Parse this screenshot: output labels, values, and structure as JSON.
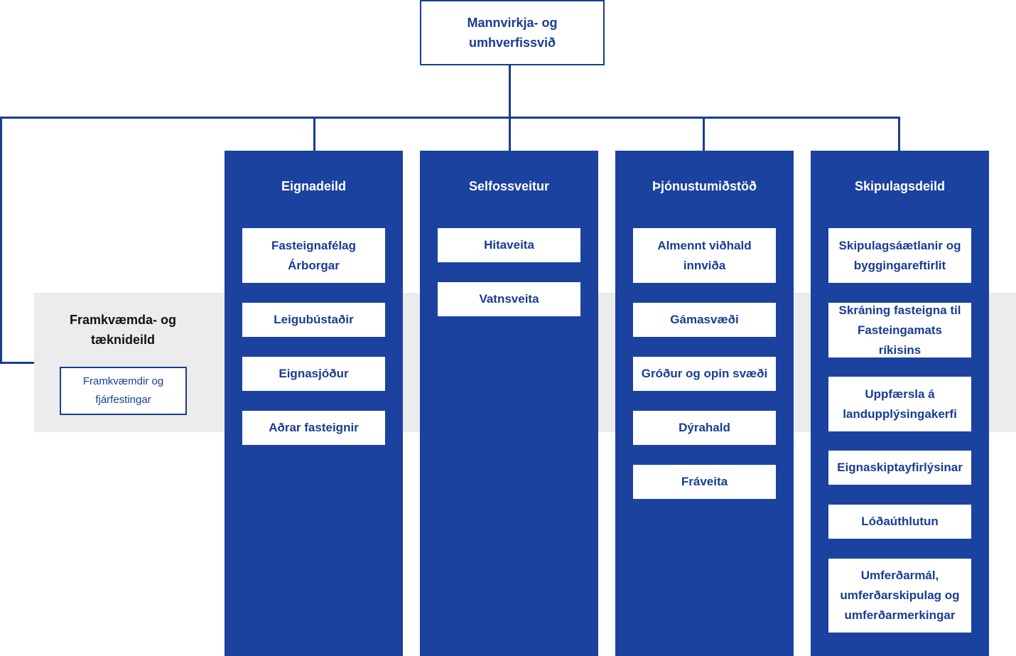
{
  "top": {
    "label": "Mannvirkja- og umhverfissvið"
  },
  "side": {
    "title": "Framkvæmda- og tæknideild",
    "box": "Framkvæmdir og fjárfestingar"
  },
  "columns": [
    {
      "title": "Eignadeild",
      "items": [
        "Fasteignafélag Árborgar",
        "Leigubústaðir",
        "Eignasjóður",
        "Aðrar fasteignir"
      ]
    },
    {
      "title": "Selfossveitur",
      "items": [
        "Hitaveita",
        "Vatnsveita"
      ]
    },
    {
      "title": "Þjónustumiðstöð",
      "items": [
        "Almennt viðhald innviða",
        "Gámasvæði",
        "Gróður og opin svæði",
        "Dýrahald",
        "Fráveita"
      ]
    },
    {
      "title": "Skipulagsdeild",
      "items": [
        "Skipulagsáætlanir og byggingareftirlit",
        "Skráning fasteigna til Fasteingamats ríkisins",
        "Uppfærsla á landupplýsingakerfi",
        "Eignaskiptayfirlýsinar",
        "Lóðaúthlutun",
        "Umferðarmál, umferðarskipulag og umferðarmerkingar"
      ]
    }
  ]
}
